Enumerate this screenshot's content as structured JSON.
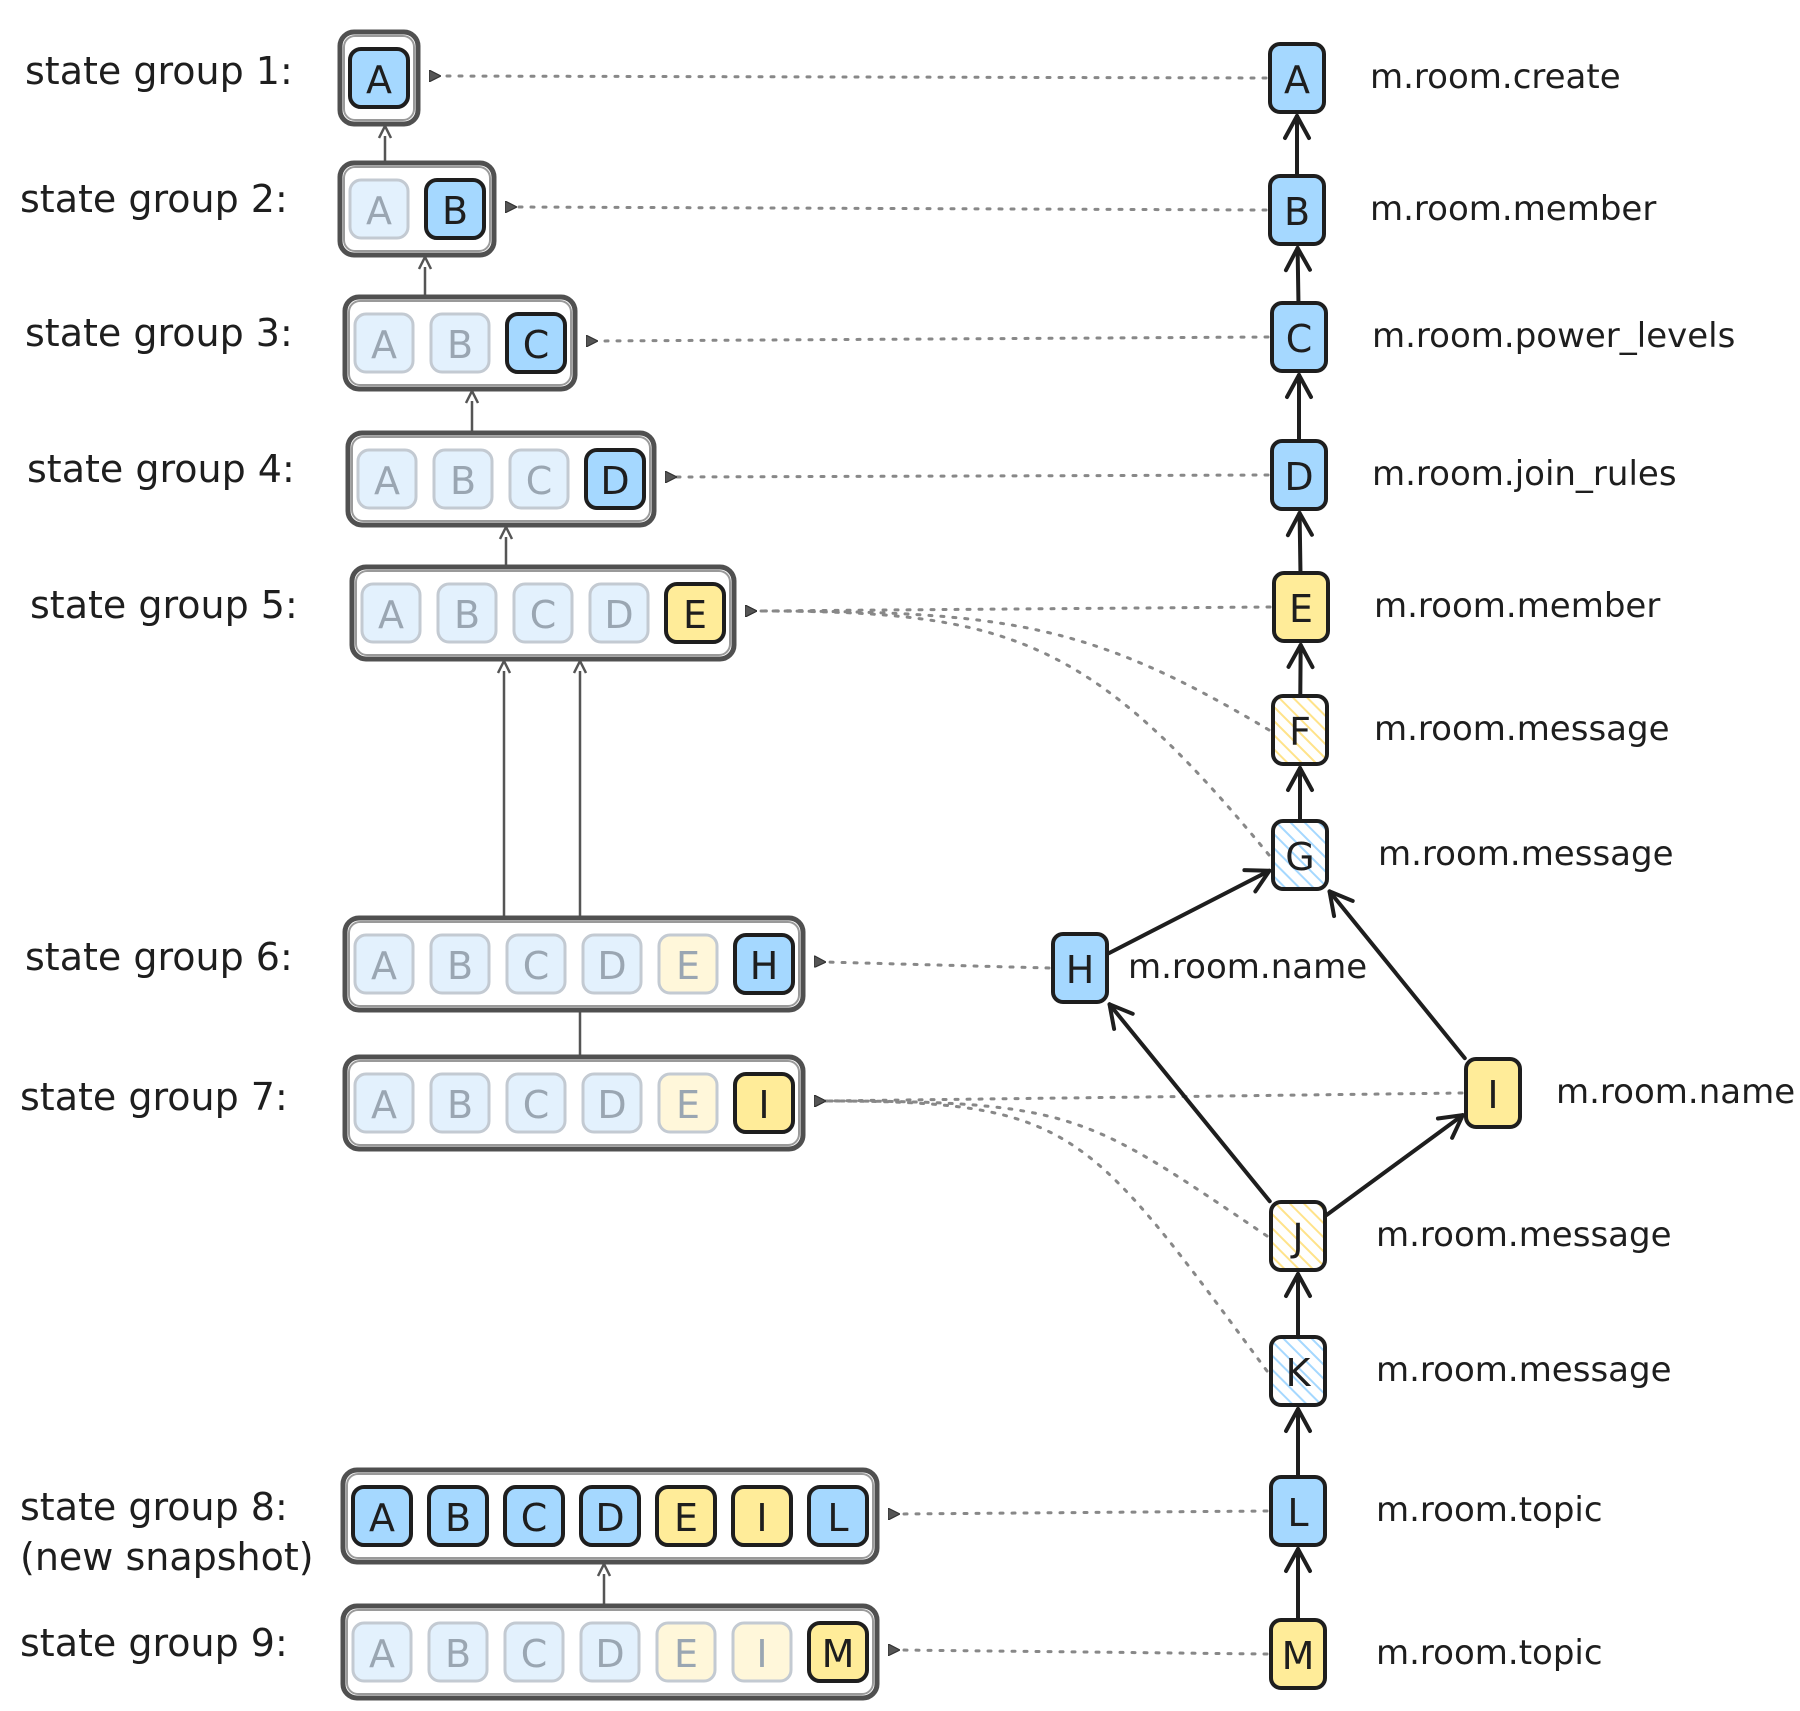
{
  "colors": {
    "blue": "#a5d8ff",
    "yellow": "#ffec99",
    "stroke": "#1e1e1e",
    "faded_stroke": "#c3cad2",
    "faded_blue": "#e3f1fd",
    "faded_yellow": "#fff7da",
    "dotted": "#888888",
    "container": "#505050"
  },
  "state_groups": [
    {
      "label": "state group 1:",
      "events": [
        {
          "id": "A",
          "color": "blue",
          "faded": false
        }
      ]
    },
    {
      "label": "state group 2:",
      "events": [
        {
          "id": "A",
          "color": "blue",
          "faded": true
        },
        {
          "id": "B",
          "color": "blue",
          "faded": false
        }
      ]
    },
    {
      "label": "state group 3:",
      "events": [
        {
          "id": "A",
          "color": "blue",
          "faded": true
        },
        {
          "id": "B",
          "color": "blue",
          "faded": true
        },
        {
          "id": "C",
          "color": "blue",
          "faded": false
        }
      ]
    },
    {
      "label": "state group 4:",
      "events": [
        {
          "id": "A",
          "color": "blue",
          "faded": true
        },
        {
          "id": "B",
          "color": "blue",
          "faded": true
        },
        {
          "id": "C",
          "color": "blue",
          "faded": true
        },
        {
          "id": "D",
          "color": "blue",
          "faded": false
        }
      ]
    },
    {
      "label": "state group 5:",
      "events": [
        {
          "id": "A",
          "color": "blue",
          "faded": true
        },
        {
          "id": "B",
          "color": "blue",
          "faded": true
        },
        {
          "id": "C",
          "color": "blue",
          "faded": true
        },
        {
          "id": "D",
          "color": "blue",
          "faded": true
        },
        {
          "id": "E",
          "color": "yellow",
          "faded": false
        }
      ]
    },
    {
      "label": "state group 6:",
      "events": [
        {
          "id": "A",
          "color": "blue",
          "faded": true
        },
        {
          "id": "B",
          "color": "blue",
          "faded": true
        },
        {
          "id": "C",
          "color": "blue",
          "faded": true
        },
        {
          "id": "D",
          "color": "blue",
          "faded": true
        },
        {
          "id": "E",
          "color": "yellow",
          "faded": true
        },
        {
          "id": "H",
          "color": "blue",
          "faded": false
        }
      ]
    },
    {
      "label": "state group 7:",
      "events": [
        {
          "id": "A",
          "color": "blue",
          "faded": true
        },
        {
          "id": "B",
          "color": "blue",
          "faded": true
        },
        {
          "id": "C",
          "color": "blue",
          "faded": true
        },
        {
          "id": "D",
          "color": "blue",
          "faded": true
        },
        {
          "id": "E",
          "color": "yellow",
          "faded": true
        },
        {
          "id": "I",
          "color": "yellow",
          "faded": false
        }
      ]
    },
    {
      "label": "state group 8:",
      "label2": "(new snapshot)",
      "events": [
        {
          "id": "A",
          "color": "blue",
          "faded": false
        },
        {
          "id": "B",
          "color": "blue",
          "faded": false
        },
        {
          "id": "C",
          "color": "blue",
          "faded": false
        },
        {
          "id": "D",
          "color": "blue",
          "faded": false
        },
        {
          "id": "E",
          "color": "yellow",
          "faded": false
        },
        {
          "id": "I",
          "color": "yellow",
          "faded": false
        },
        {
          "id": "L",
          "color": "blue",
          "faded": false
        }
      ]
    },
    {
      "label": "state group 9:",
      "events": [
        {
          "id": "A",
          "color": "blue",
          "faded": true
        },
        {
          "id": "B",
          "color": "blue",
          "faded": true
        },
        {
          "id": "C",
          "color": "blue",
          "faded": true
        },
        {
          "id": "D",
          "color": "blue",
          "faded": true
        },
        {
          "id": "E",
          "color": "yellow",
          "faded": true
        },
        {
          "id": "I",
          "color": "yellow",
          "faded": true
        },
        {
          "id": "M",
          "color": "yellow",
          "faded": false
        }
      ]
    }
  ],
  "events": [
    {
      "id": "A",
      "type": "m.room.create",
      "fill": "blue"
    },
    {
      "id": "B",
      "type": "m.room.member",
      "fill": "blue"
    },
    {
      "id": "C",
      "type": "m.room.power_levels",
      "fill": "blue"
    },
    {
      "id": "D",
      "type": "m.room.join_rules",
      "fill": "blue"
    },
    {
      "id": "E",
      "type": "m.room.member",
      "fill": "yellow"
    },
    {
      "id": "F",
      "type": "m.room.message",
      "fill": "hatch-yellow"
    },
    {
      "id": "G",
      "type": "m.room.message",
      "fill": "hatch-blue"
    },
    {
      "id": "H",
      "type": "m.room.name",
      "fill": "blue"
    },
    {
      "id": "I",
      "type": "m.room.name",
      "fill": "yellow"
    },
    {
      "id": "J",
      "type": "m.room.message",
      "fill": "hatch-yellow"
    },
    {
      "id": "K",
      "type": "m.room.message",
      "fill": "hatch-blue"
    },
    {
      "id": "L",
      "type": "m.room.topic",
      "fill": "blue"
    },
    {
      "id": "M",
      "type": "m.room.topic",
      "fill": "yellow"
    }
  ],
  "dag_edges": [
    {
      "from": "B",
      "to": "A"
    },
    {
      "from": "C",
      "to": "B"
    },
    {
      "from": "D",
      "to": "C"
    },
    {
      "from": "E",
      "to": "D"
    },
    {
      "from": "F",
      "to": "E"
    },
    {
      "from": "G",
      "to": "F"
    },
    {
      "from": "H",
      "to": "G"
    },
    {
      "from": "I",
      "to": "G"
    },
    {
      "from": "J",
      "to": "H"
    },
    {
      "from": "J",
      "to": "I"
    },
    {
      "from": "K",
      "to": "J"
    },
    {
      "from": "L",
      "to": "K"
    },
    {
      "from": "M",
      "to": "L"
    }
  ],
  "group_parents": [
    {
      "child": 2,
      "parent": 1
    },
    {
      "child": 3,
      "parent": 2
    },
    {
      "child": 4,
      "parent": 3
    },
    {
      "child": 5,
      "parent": 4
    },
    {
      "child": 6,
      "parent": 5
    },
    {
      "child": 7,
      "parent": 5
    },
    {
      "child": 9,
      "parent": 8
    }
  ],
  "event_to_group": [
    {
      "event": "A",
      "group": 1
    },
    {
      "event": "B",
      "group": 2
    },
    {
      "event": "C",
      "group": 3
    },
    {
      "event": "D",
      "group": 4
    },
    {
      "event": "E",
      "group": 5
    },
    {
      "event": "F",
      "group": 5
    },
    {
      "event": "G",
      "group": 5
    },
    {
      "event": "H",
      "group": 6
    },
    {
      "event": "I",
      "group": 7
    },
    {
      "event": "J",
      "group": 7
    },
    {
      "event": "K",
      "group": 7
    },
    {
      "event": "L",
      "group": 8
    },
    {
      "event": "M",
      "group": 9
    }
  ]
}
